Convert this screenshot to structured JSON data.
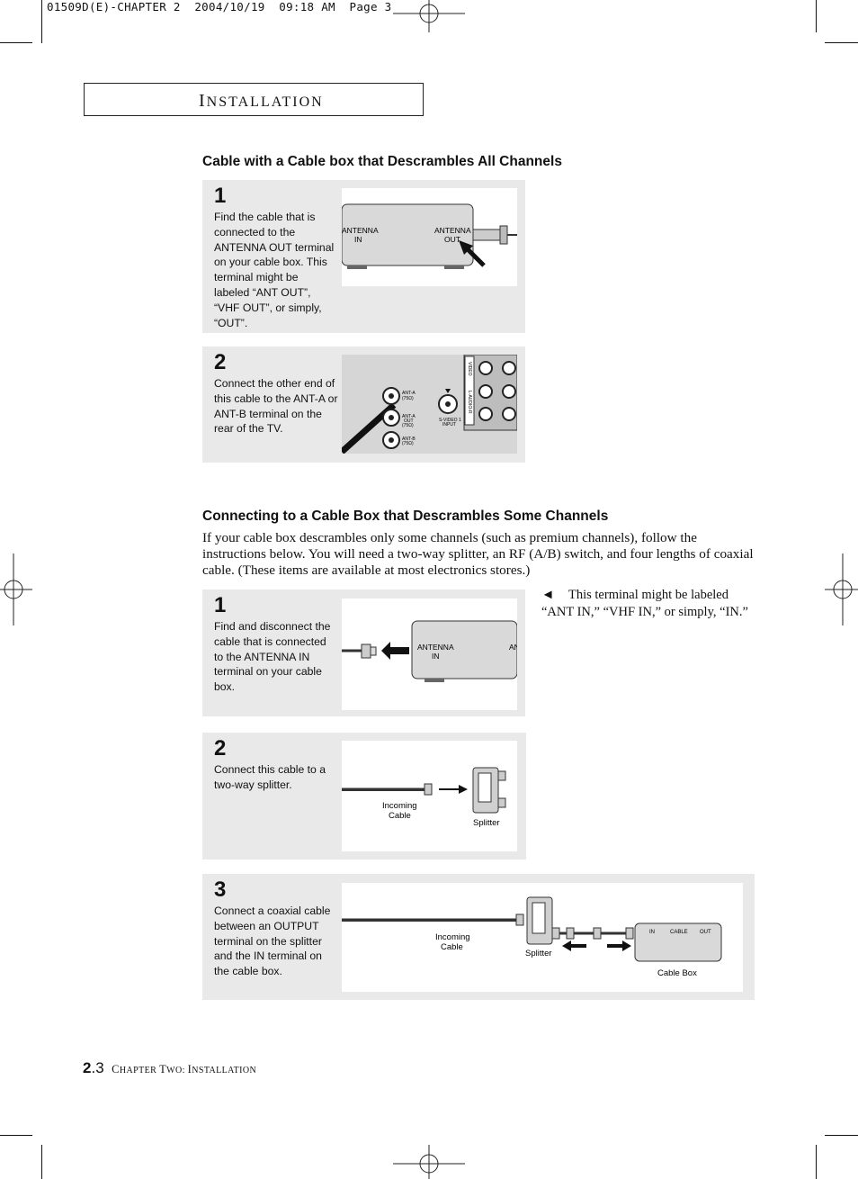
{
  "print_header": "01509D(E)-CHAPTER 2  2004/10/19  09:18 AM  Page 3",
  "section": {
    "title_cap": "I",
    "title_rest": "NSTALLATION"
  },
  "part1": {
    "heading": "Cable with a Cable box that Descrambles All Channels",
    "steps": [
      {
        "num": "1",
        "text": "Find the cable that is connected to the ANTENNA OUT terminal on your cable box. This terminal might be labeled “ANT OUT”, “VHF OUT”, or simply, “OUT”.",
        "labels": {
          "in": [
            "ANTENNA",
            "IN"
          ],
          "out": [
            "ANTENNA",
            "OUT"
          ]
        }
      },
      {
        "num": "2",
        "text": "Connect the other end of this cable to the ANT-A or ANT-B terminal on the rear of the TV.",
        "labels": {
          "ant_a": [
            "ANT-A",
            "(75Ω)"
          ],
          "ant_out": [
            "ANT-A",
            "OUT",
            "(75Ω)"
          ],
          "ant_b": [
            "ANT-B",
            "(75Ω)"
          ],
          "svideo": [
            "S-VIDEO 1",
            "INPUT"
          ],
          "video": "VIDEO",
          "l_audio_r": "L-AUDIO-R"
        }
      }
    ]
  },
  "part2": {
    "heading": "Connecting to a Cable Box that Descrambles Some Channels",
    "intro": "If your cable box descrambles only some channels (such as premium channels), follow the instructions below. You will need a two-way splitter, an RF (A/B) switch, and four lengths of coaxial cable. (These items are available at most electronics stores.)",
    "note_arrow": "◄",
    "note": "This terminal might be labeled “ANT IN,” “VHF IN,” or simply, “IN.”",
    "steps": [
      {
        "num": "1",
        "text": "Find and disconnect the cable that is connected to the ANTENNA IN terminal on your cable box.",
        "labels": {
          "in": [
            "ANTENNA",
            "IN"
          ],
          "cut": "AN"
        }
      },
      {
        "num": "2",
        "text": "Connect this cable to a two-way splitter.",
        "labels": {
          "incoming": [
            "Incoming",
            "Cable"
          ],
          "splitter": "Splitter"
        }
      },
      {
        "num": "3",
        "text": "Connect a coaxial cable between an OUTPUT terminal on the splitter and the IN terminal on the cable box.",
        "labels": {
          "incoming": [
            "Incoming",
            "Cable"
          ],
          "splitter": "Splitter",
          "box_in": "IN",
          "box_cable": "CABLE",
          "box_out": "OUT",
          "cable_box": "Cable Box"
        }
      }
    ]
  },
  "footer": {
    "page_major": "2",
    "page_minor": ".3",
    "chapter_words": [
      {
        "cap": "C",
        "rest": "HAPTER"
      },
      {
        "cap": "T",
        "rest": "WO:"
      },
      {
        "cap": "I",
        "rest": "NSTALLATION"
      }
    ]
  }
}
